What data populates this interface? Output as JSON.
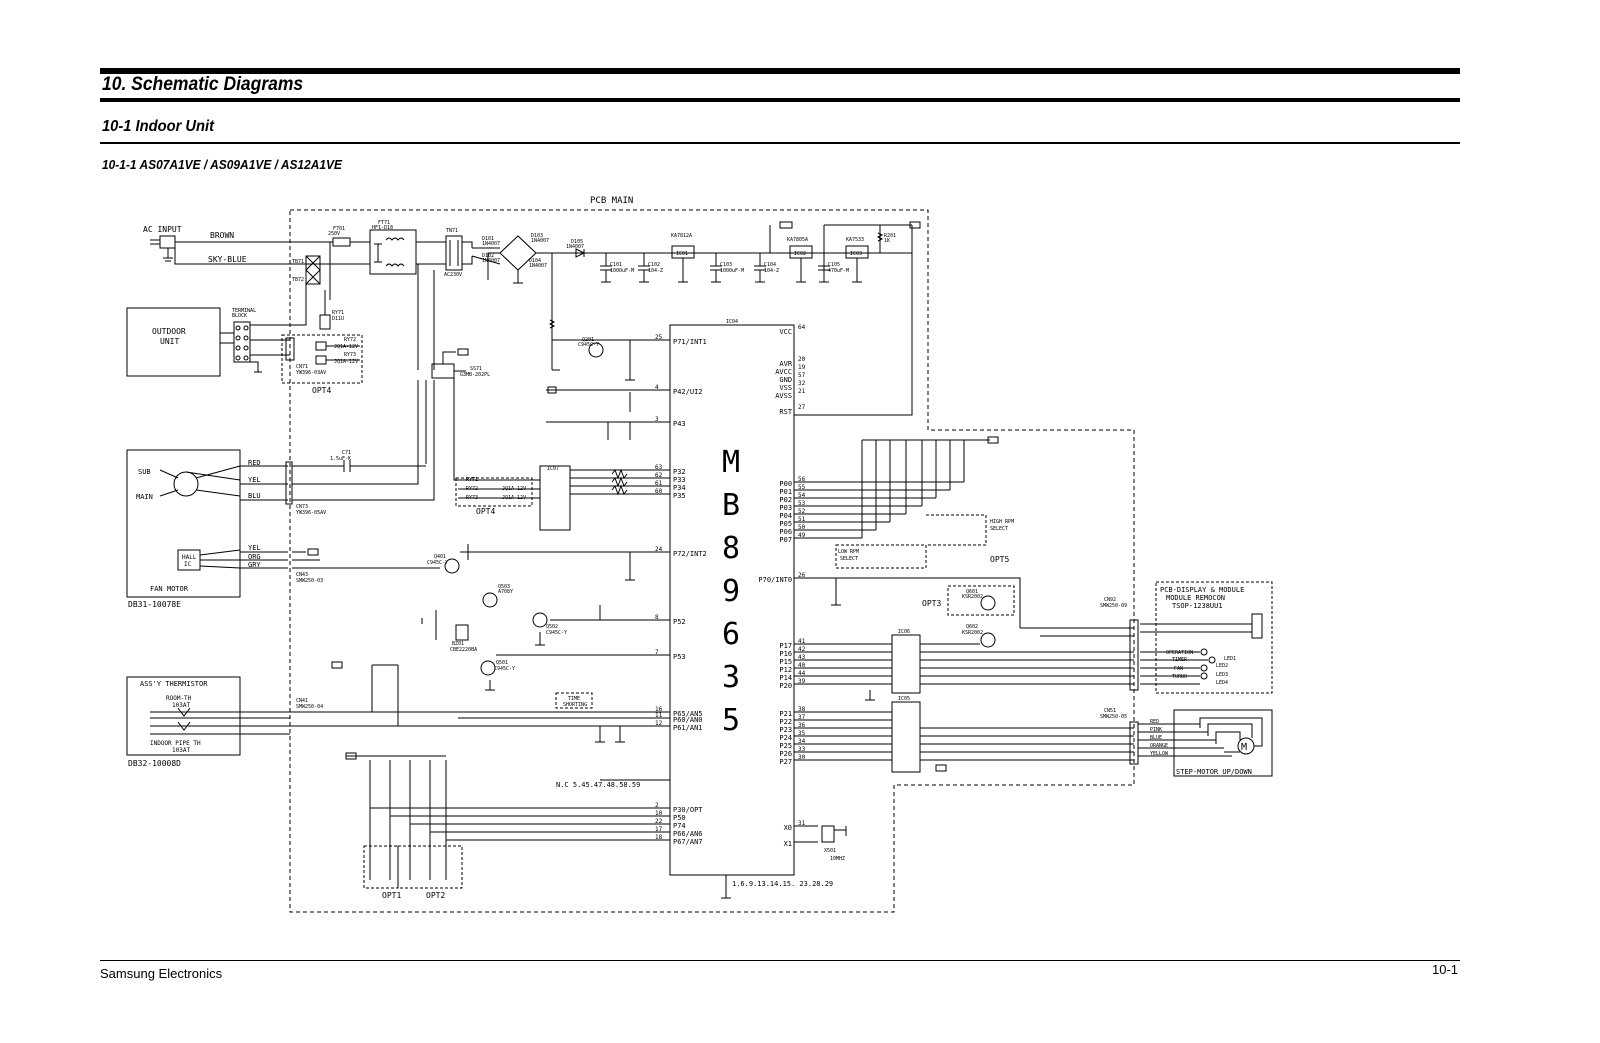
{
  "header": {
    "section_title": "10. Schematic Diagrams",
    "subsection_title": "10-1 Indoor Unit",
    "model_title": "10-1-1 AS07A1VE / AS09A1VE / AS12A1VE"
  },
  "schematic": {
    "board_label": "PCB MAIN",
    "ac_input": "AC INPUT",
    "wire_brown": "BROWN",
    "wire_skyblue": "SKY-BLUE",
    "outdoor_unit_line1": "OUTDOOR",
    "outdoor_unit_line2": "UNIT",
    "terminal_block_1": "TERMINAL",
    "terminal_block_2": "BLOCK",
    "opt4_a": "OPT4",
    "opt4_b": "OPT4",
    "opt5": "OPT5",
    "opt3": "OPT3",
    "opt1": "OPT1",
    "opt2": "OPT2",
    "fan_motor": "FAN MOTOR",
    "fan_motor_part": "DB31-10078E",
    "fan_sub": "SUB",
    "fan_main": "MAIN",
    "hall_ic_1": "HALL",
    "hall_ic_2": "IC",
    "wire_red": "RED",
    "wire_yel": "YEL",
    "wire_blu": "BLU",
    "wire_yel2": "YEL",
    "wire_org": "ORG",
    "wire_gry": "GRY",
    "thermistor_title": "ASS'Y THERMISTOR",
    "room_th": "ROOM-TH",
    "room_th_val": "103AT",
    "pipe_th": "INDOOR PIPE TH",
    "pipe_th_val": "103AT",
    "thermistor_part": "DB32-10008D",
    "mcu_letters": [
      "M",
      "B",
      "8",
      "9",
      "6",
      "3",
      "5"
    ],
    "mcu_ref": "IC04",
    "pins_left": [
      "P71/INT1",
      "P42/UI2",
      "P43",
      "P32",
      "P33",
      "P34",
      "P35",
      "P72/INT2",
      "P52",
      "P53",
      "P65/AN5",
      "P60/AN0",
      "P61/AN1",
      "P30/OPT",
      "P50",
      "P74",
      "P66/AN6",
      "P67/AN7"
    ],
    "pins_left_nums": [
      "25",
      "4",
      "3",
      "63",
      "62",
      "61",
      "60",
      "24",
      "8",
      "7",
      "16",
      "11",
      "12",
      "2",
      "10",
      "22",
      "17",
      "18"
    ],
    "pins_right": [
      "VCC",
      "AVR",
      "AVCC",
      "GND",
      "VSS",
      "AVSS",
      "RST",
      "P00",
      "P01",
      "P02",
      "P03",
      "P04",
      "P05",
      "P06",
      "P07",
      "P70/INT0",
      "P17",
      "P16",
      "P15",
      "P12",
      "P14",
      "P20",
      "P21",
      "P22",
      "P23",
      "P24",
      "P25",
      "P26",
      "P27",
      "X0",
      "X1"
    ],
    "pins_right_nums": [
      "64",
      "20",
      "19",
      "57",
      "32",
      "21",
      "27",
      "56",
      "55",
      "54",
      "53",
      "52",
      "51",
      "50",
      "49",
      "26",
      "41",
      "42",
      "43",
      "40",
      "44",
      "39",
      "38",
      "37",
      "36",
      "35",
      "34",
      "33",
      "30",
      "31"
    ],
    "nc_label": "N.C 5.45.47.48.58.59",
    "gnd_pins": "1.6.9.13.14.15. 23.28.29",
    "crystal": "10MHZ",
    "crystal_ref": "X501",
    "display_title_1": "PCB-DISPLAY & MODULE",
    "display_title_2": "MODULE REMOCON",
    "display_title_3": "TSOP-1238UU1",
    "led_operation": "OPERATION",
    "led_timer": "TIMER",
    "led_fan": "FAN",
    "led_turbo": "TURBO",
    "led1": "LED1",
    "led2": "LED2",
    "led3": "LED3",
    "led4": "LED4",
    "step_motor": "STEP-MOTOR UP/DOWN",
    "step_wires": [
      "RED",
      "PINK",
      "BLUE",
      "ORANGE",
      "YELLOW"
    ],
    "high_rpm_1": "HIGH RPM",
    "high_rpm_2": "SELECT",
    "low_rpm_1": "LOW RPM",
    "low_rpm_2": "SELECT",
    "time_shorting_1": "TIME",
    "time_shorting_2": "SHORTING",
    "components": {
      "f701": "F701",
      "f701_v": "250V",
      "ft71": "FT71",
      "ft71_v": "HF1-D18",
      "tn71": "TN71",
      "tn71_v": "AC230V",
      "d101": "D101",
      "d101_v": "1N4007",
      "d102": "D102",
      "d102_v": "1N4007",
      "d103": "D103",
      "d103_v": "1N4007",
      "d104": "D104",
      "d104_v": "1N4007",
      "d105": "D105",
      "d105_v": "1N4007",
      "ic01": "IC01",
      "ic01_v": "KA7812A",
      "ic02": "IC02",
      "ic02_v": "KA7805A",
      "ic03": "IC03",
      "ic03_v": "KA7533",
      "c101": "C101",
      "c101_v": "1000uF-M",
      "c102": "C102",
      "c102_v": "104-Z",
      "c103": "C103",
      "c103_v": "1000uF-M",
      "c104": "C104",
      "c104_v": "104-Z",
      "c105": "C105",
      "c105_v": "470uF-M",
      "r201": "R201",
      "r201_v": "1K",
      "tb71": "TB71",
      "tb72": "TB72",
      "ry71": "RY71",
      "ry71_v": "D11U",
      "ry72": "RY72",
      "ry73": "RY73",
      "jq": "JQ1A-12V",
      "cn71": "CN71",
      "cn71_v": "YW396-03AV",
      "ss71": "SS71",
      "ss71_v": "G3MB-202PL",
      "cn73": "CN73",
      "cn73_v": "YW396-05AV",
      "c71": "C71",
      "c71_v": "1.5uF-K",
      "cn43": "CN43",
      "cn43_v": "SMW250-03",
      "cn41": "CN41",
      "cn41_v": "SMW250-04",
      "cn92": "CN92",
      "cn92_v": "SMW250-09",
      "cn51": "CN51",
      "cn51_v": "SMW250-05",
      "ic07": "IC07",
      "ic05": "IC05",
      "ic06": "IC06",
      "q201": "Q201",
      "q201_v": "C945C-Y",
      "q401": "Q401",
      "q401_v": "C945C-Y",
      "q501": "Q501",
      "q501_v": "C945C-Y",
      "q502": "Q502",
      "q502_v": "C945C-Y",
      "q503": "Q503",
      "q503_v": "A708Y",
      "q601": "Q601",
      "q601_v": "KSR2002",
      "q602": "Q602",
      "q602_v": "KSR2002",
      "bz": "BZ01",
      "bz_v": "CBE2220BA"
    }
  },
  "footer": {
    "company": "Samsung Electronics",
    "page": "10-1"
  }
}
